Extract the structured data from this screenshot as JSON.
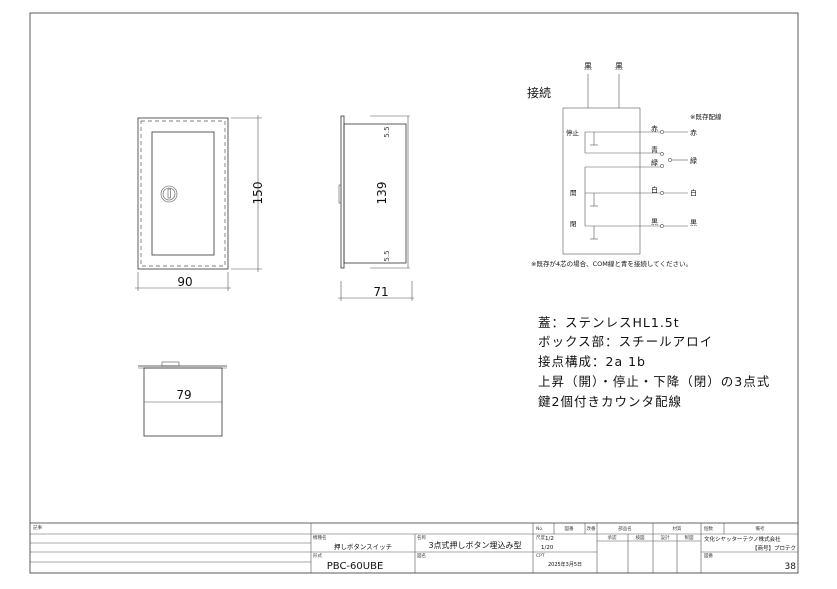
{
  "front_view": {
    "width_dim": "90",
    "height_dim": "150"
  },
  "side_view": {
    "height_dim": "139",
    "top_margin_dim": "5.5",
    "bottom_margin_dim": "5.5",
    "depth_dim": "71"
  },
  "top_view": {
    "width_dim": "79"
  },
  "wiring": {
    "title": "接続",
    "top_wires": [
      "黒",
      "黒"
    ],
    "existing_label": "※既存配線",
    "switch_labels": [
      "停止",
      "開",
      "閉"
    ],
    "terminal_labels": [
      "赤",
      "青",
      "緑",
      "白",
      "黒"
    ],
    "existing_wires": [
      "赤",
      "緑",
      "白",
      "黒"
    ],
    "note": "※既存が4芯の場合、COM線と青を接続してください。"
  },
  "specs": [
    "蓋：ステンレスHL1.5t",
    "ボックス部：スチールアロイ",
    "接点構成：2a 1b",
    "上昇（開）・停止・下降（閉）の3点式",
    "鍵2個付きカウンタ配線"
  ],
  "title_block": {
    "notes_label": "記事",
    "header": {
      "no": "No.",
      "drawing_no": "図番",
      "rev": "改番",
      "part_name": "部品名",
      "material": "材質",
      "qty": "個数",
      "remarks": "備考"
    },
    "model_category_label": "機種名",
    "model_category": "押しボタンスイッチ",
    "name_label": "名称",
    "name": "3点式押しボタン埋込み型",
    "scale_label": "尺度",
    "scale_1": "1/2",
    "scale_2": "1/20",
    "approval_labels": [
      "承認",
      "検図",
      "設計",
      "製図"
    ],
    "company": "文化シヤッターテクノ株式会社",
    "brand": "【商号】プロテク",
    "type_label": "形式",
    "type": "PBC-60UBE",
    "drawing_name_label": "図名",
    "date_label": "CPT",
    "date": "2025年3月5日",
    "drawing_number_label": "図番",
    "drawing_number": "38"
  }
}
